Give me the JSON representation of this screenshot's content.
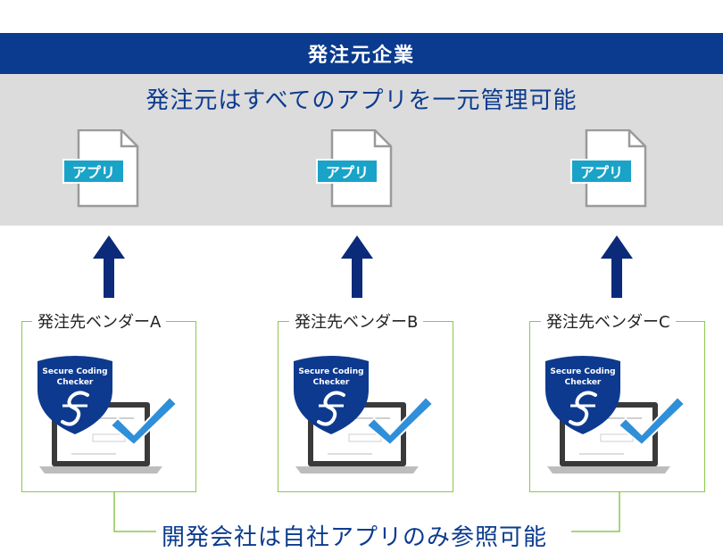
{
  "header": {
    "title": "発注元企業"
  },
  "panel": {
    "title": "発注元はすべてのアプリを一元管理可能"
  },
  "apps": [
    {
      "label": "アプリ"
    },
    {
      "label": "アプリ"
    },
    {
      "label": "アプリ"
    }
  ],
  "vendors": [
    {
      "label": "発注先ベンダーA",
      "shield_line1": "Secure Coding",
      "shield_line2": "Checker"
    },
    {
      "label": "発注先ベンダーB",
      "shield_line1": "Secure Coding",
      "shield_line2": "Checker"
    },
    {
      "label": "発注先ベンダーC",
      "shield_line1": "Secure Coding",
      "shield_line2": "Checker"
    }
  ],
  "footer": {
    "caption": "開発会社は自社アプリのみ参照可能"
  },
  "colors": {
    "brand_navy": "#0b3b8f",
    "panel_gray": "#dcdcdc",
    "badge_cyan": "#1aa3c8",
    "frame_green": "#8cc84b",
    "check_blue": "#2f8fd8"
  }
}
